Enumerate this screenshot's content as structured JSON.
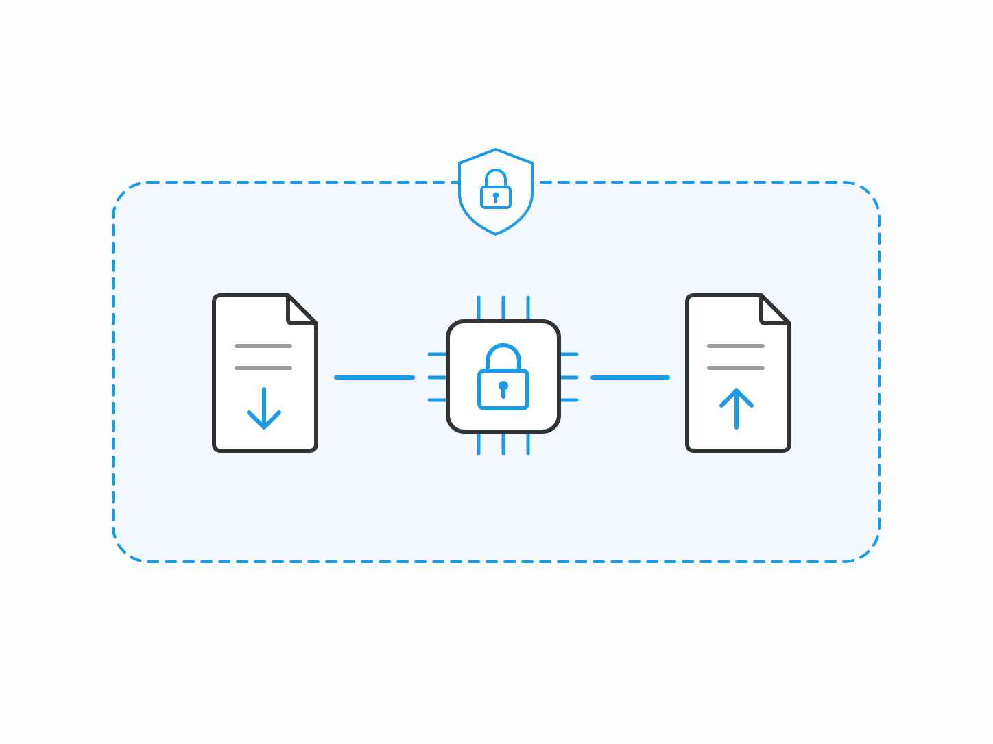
{
  "diagram": {
    "nodes": [
      {
        "id": "input-document",
        "icon": "document-download-icon",
        "role": "input"
      },
      {
        "id": "secure-processor",
        "icon": "chip-lock-icon",
        "role": "processor"
      },
      {
        "id": "output-document",
        "icon": "document-upload-icon",
        "role": "output"
      }
    ],
    "edges": [
      {
        "from": "input-document",
        "to": "secure-processor"
      },
      {
        "from": "secure-processor",
        "to": "output-document"
      }
    ],
    "boundary": {
      "icon": "shield-lock-icon",
      "style": "dashed"
    }
  },
  "colors": {
    "accent": "#1a9be8",
    "outline": "#333333",
    "text_lines": "#9e9e9e",
    "enclosure_fill": "#f3f8fe",
    "background": "#fcfdfe",
    "node_fill": "#ffffff"
  }
}
